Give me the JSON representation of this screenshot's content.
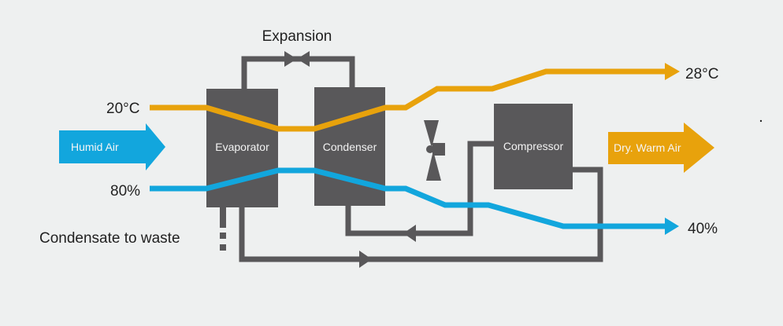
{
  "title": "Dehumidifier heat pump cycle",
  "labels": {
    "expansion": "Expansion",
    "evaporator": "Evaporator",
    "condenser": "Condenser",
    "compressor": "Compressor",
    "humid_air": "Humid Air",
    "dry_warm_air": "Dry. Warm Air",
    "condensate": "Condensate to waste",
    "temp_in": "20°C",
    "temp_out": "28°C",
    "humidity_in": "80%",
    "humidity_out": "40%"
  },
  "colors": {
    "background": "#eef0f0",
    "component": "#59585a",
    "temperature_line": "#e8a20c",
    "humidity_line": "#12a6dd"
  }
}
